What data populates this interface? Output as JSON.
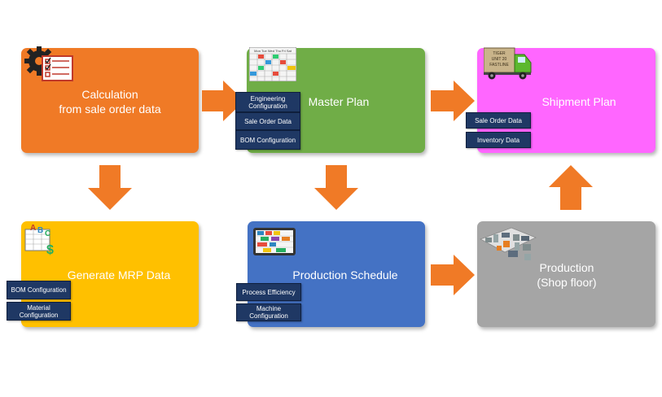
{
  "boxes": {
    "calculation": {
      "line1": "Calculation",
      "line2": "from sale order data",
      "color": "#f07a26"
    },
    "master_plan": {
      "title": "Master Plan",
      "color": "#70ad47",
      "calendar_header": "Mon Tue Wed Thu Fri Sat",
      "tags": [
        "Engineering Configuration",
        "Sale Order Data",
        "BOM Configuration"
      ]
    },
    "shipment_plan": {
      "title": "Shipment Plan",
      "color": "#ff66ff",
      "truck_text": [
        "TIGER",
        "UNIT 20",
        "FASTLINE"
      ],
      "tags": [
        "Sale Order Data",
        "Inventory Data"
      ]
    },
    "generate_mrp": {
      "title": "Generate MRP Data",
      "color": "#ffc000",
      "tags": [
        "BOM Configuration",
        "Material Configuration"
      ]
    },
    "production_schedule": {
      "title": "Production Schedule",
      "color": "#4472c4",
      "tags": [
        "Process Efficiency",
        "Machine Configuration"
      ]
    },
    "production": {
      "line1": "Production",
      "line2": "(Shop floor)",
      "color": "#a5a5a5"
    }
  },
  "arrow_color": "#f07a26",
  "tag_color": "#1f3864"
}
